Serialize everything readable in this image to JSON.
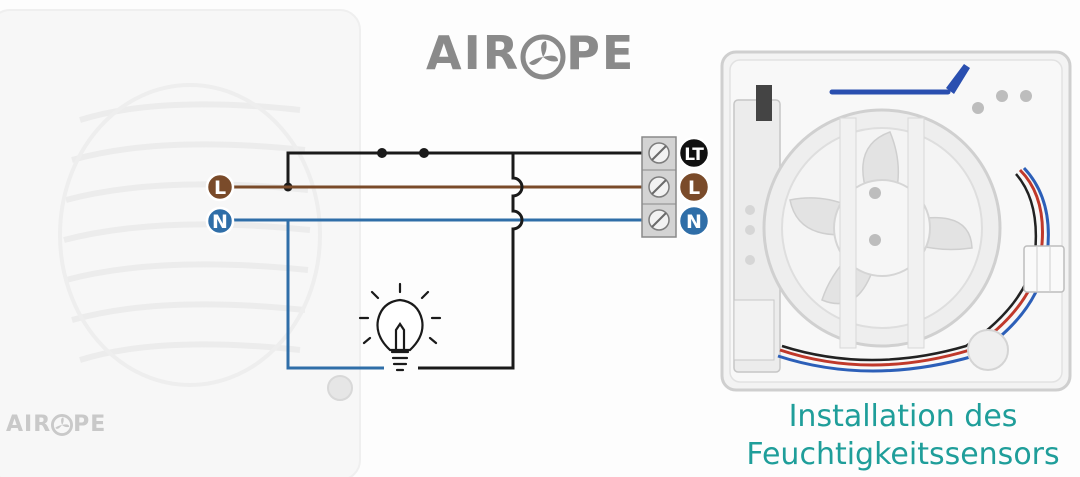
{
  "brand": {
    "name_part1": "AIR",
    "name_part2": "PE"
  },
  "terminals": {
    "left_live": "L",
    "left_neutral": "N",
    "right_lt": "LT",
    "right_live": "L",
    "right_neutral": "N"
  },
  "caption": {
    "line1": "Installation des",
    "line2": "Feuchtigkeitssensors"
  },
  "colors": {
    "live_wire": "#7a4b2a",
    "neutral_wire": "#2f6ea8",
    "switch_wire": "#1a1a1a",
    "caption": "#1f9e9a",
    "brand": "#8a8a8a"
  },
  "icons": [
    "fan-icon",
    "light-bulb-icon",
    "terminal-block-icon",
    "switch-icon"
  ]
}
